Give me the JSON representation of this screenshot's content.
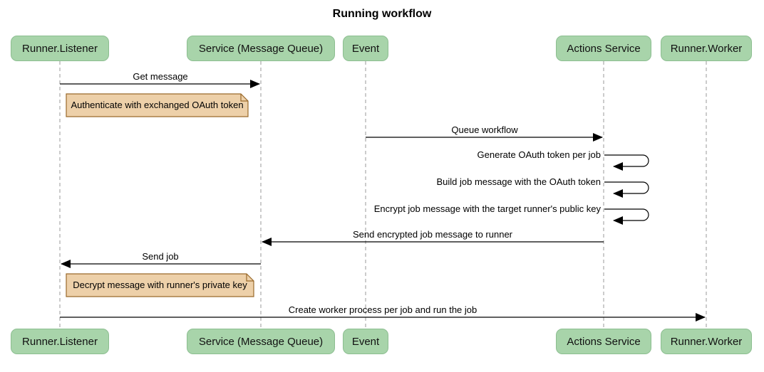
{
  "title": "Running workflow",
  "participants": [
    {
      "name": "Runner.Listener"
    },
    {
      "name": "Service (Message Queue)"
    },
    {
      "name": "Event"
    },
    {
      "name": "Actions Service"
    },
    {
      "name": "Runner.Worker"
    }
  ],
  "messages": [
    {
      "type": "arrow",
      "from": "Runner.Listener",
      "to": "Service (Message Queue)",
      "label": "Get message"
    },
    {
      "type": "note",
      "over": "Runner.Listener",
      "label": "Authenticate with exchanged OAuth token"
    },
    {
      "type": "arrow",
      "from": "Event",
      "to": "Actions Service",
      "label": "Queue workflow"
    },
    {
      "type": "self",
      "from": "Actions Service",
      "to": "Actions Service",
      "label": "Generate OAuth token per job"
    },
    {
      "type": "self",
      "from": "Actions Service",
      "to": "Actions Service",
      "label": "Build job message with the OAuth token"
    },
    {
      "type": "self",
      "from": "Actions Service",
      "to": "Actions Service",
      "label": "Encrypt job message with the target runner's public key"
    },
    {
      "type": "arrow",
      "from": "Actions Service",
      "to": "Service (Message Queue)",
      "label": "Send encrypted job message to runner"
    },
    {
      "type": "arrow",
      "from": "Service (Message Queue)",
      "to": "Runner.Listener",
      "label": "Send job"
    },
    {
      "type": "note",
      "over": "Runner.Listener",
      "label": "Decrypt message with runner's private key"
    },
    {
      "type": "arrow",
      "from": "Runner.Listener",
      "to": "Runner.Worker",
      "label": "Create worker process per job and run the job"
    }
  ],
  "colors": {
    "background": "#ffffff",
    "actor_fill": "#a8d4aa",
    "actor_border": "#8cbe90",
    "note_fill": "#edd0a9",
    "note_border": "#9a6a2b",
    "lifeline": "#999999",
    "message_line": "#000000",
    "text": "#000000"
  }
}
